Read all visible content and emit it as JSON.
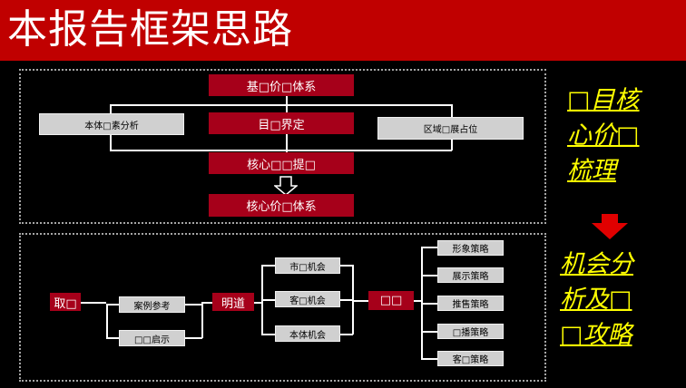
{
  "title": "本报告框架思路",
  "top": {
    "value_system": "基□价□体系",
    "target_definition": "目□界定",
    "core_extract": "核心□□提□",
    "core_value_system": "核心价□体系",
    "element_analysis": "本体□素分析",
    "regional_position": "区域□展占位"
  },
  "bottom": {
    "source": "取□",
    "case_reference": "案例参考",
    "inspiration": "□□启示",
    "clarify": "明道",
    "market_opportunity": "市□机会",
    "customer_opportunity": "客□机会",
    "self_opportunity": "本体机会",
    "strategy_node": "□□",
    "strategies": [
      "形象策略",
      "展示策略",
      "推售策略",
      "□播策略",
      "客□策略"
    ]
  },
  "side": {
    "line1": [
      "□目核",
      "心价□",
      "梳理"
    ],
    "line2": [
      "机会分",
      "析及□",
      "□攻略"
    ]
  },
  "colors": {
    "title_bar": "#c00000",
    "node_red": "#a6001a",
    "node_gray": "#d0d0d0",
    "side_text": "#ffff00",
    "arrow_red": "#e00000"
  }
}
